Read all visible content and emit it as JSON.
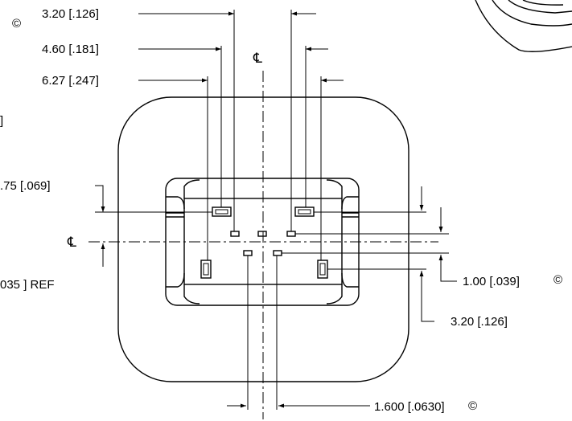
{
  "dimensions": {
    "d1": "3.20 [.126]",
    "d2": "4.60 [.181]",
    "d3": "6.27 [.247]",
    "d4": ".75 [.069]",
    "d5": "035 ] REF",
    "d6": "1.00 [.039]",
    "d7": "3.20 [.126]",
    "d8": "1.600 [.0630]",
    "bracket_left": "]"
  },
  "centerline_symbol": "℄",
  "symbols": {
    "circled_c": "©"
  }
}
